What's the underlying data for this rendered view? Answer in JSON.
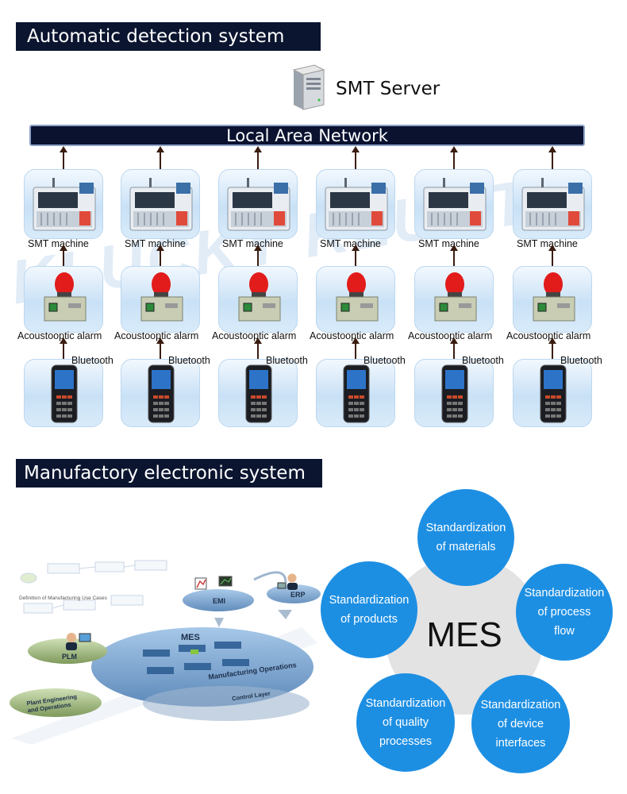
{
  "section1": {
    "title": "Automatic detection system"
  },
  "server": {
    "label": "SMT Server"
  },
  "lan": {
    "label": "Local Area Network"
  },
  "watermark": "KLUCKY KLUOTY",
  "columns": [
    {
      "machine": "SMT machine",
      "alarm": "Acoustooptic alarm",
      "link": "Bluetooth"
    },
    {
      "machine": "SMT machine",
      "alarm": "Acoustooptic alarm",
      "link": "Bluetooth"
    },
    {
      "machine": "SMT machine",
      "alarm": "Acoustooptic alarm",
      "link": "Bluetooth"
    },
    {
      "machine": "SMT machine",
      "alarm": "Acoustooptic alarm",
      "link": "Bluetooth"
    },
    {
      "machine": "SMT machine",
      "alarm": "Acoustooptic alarm",
      "link": "Bluetooth"
    },
    {
      "machine": "SMT machine",
      "alarm": "Acoustooptic alarm",
      "link": "Bluetooth"
    }
  ],
  "section2": {
    "title": "Manufactory electronic system"
  },
  "mes_diagram": {
    "labels": {
      "mes": "MES",
      "emi": "EMI",
      "erp": "ERP",
      "plm": "PLM",
      "manufacturing": "Manufacturing Operations",
      "control": "Control Layer",
      "plant": "Plant Engineering\nand Operations",
      "usecases": "Definition of Manufacturing Use Cases"
    }
  },
  "mes_hub": {
    "center": "MES",
    "circles": [
      "Standardization\nof materials",
      "Standardization\nof products",
      "Standardization\nof process\nflow",
      "Standardization\nof quality\nprocesses",
      "Standardization\nof device\ninterfaces"
    ]
  },
  "colors": {
    "title_bg": "#0b1530",
    "circle": "#1d8fe3",
    "hub": "#e3e3e3",
    "arrow": "#3a1d10"
  }
}
